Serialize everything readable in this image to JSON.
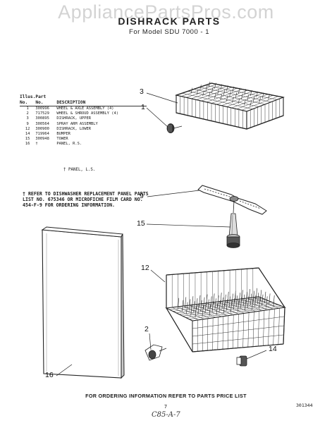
{
  "watermark": "AppliancePartsPros.com",
  "title": "DISHRACK PARTS",
  "subtitle": "For Model SDU 7000 - 1",
  "table": {
    "headers": {
      "illus_line1": "Illus.",
      "illus_line2": "No.",
      "part_line1": "Part",
      "part_line2": "No.",
      "description": "DESCRIPTION"
    },
    "rows": [
      {
        "illus": "1",
        "part": "300996",
        "description": "WHEEL & AXLE ASSEMBLY (4)"
      },
      {
        "illus": "2",
        "part": "717529",
        "description": "WHEEL & SHROUD ASSEMBLY (4)"
      },
      {
        "illus": "3",
        "part": "300895",
        "description": "DISHRACK, UPPER"
      },
      {
        "illus": "9",
        "part": "300564",
        "description": "SPRAY ARM ASSEMBLY"
      },
      {
        "illus": "12",
        "part": "300900",
        "description": "DISHRACK, LOWER"
      },
      {
        "illus": "14",
        "part": "719964",
        "description": "BUMPER"
      },
      {
        "illus": "15",
        "part": "300948",
        "description": "TOWER"
      },
      {
        "illus": "16",
        "part": "†",
        "description": "PANEL, R.S."
      }
    ],
    "footnote": "† PANEL, L.S."
  },
  "reference_note": "† REFER TO DISHWASHER REPLACEMENT PANEL PARTS LIST NO. 675346 OR MICROFICHE FILM CARD NO. 454-F-9 FOR ORDERING INFORMATION.",
  "callouts": {
    "upper_rack": "3",
    "wheel_axle": "1",
    "spray_arm": "9",
    "tower": "15",
    "lower_rack": "12",
    "wheel_shroud": "2",
    "bumper": "14",
    "panel": "16"
  },
  "footer": "FOR ORDERING INFORMATION REFER TO PARTS PRICE LIST",
  "page_number": "7",
  "doc_code": "301344",
  "handwritten": "C85-A-7"
}
